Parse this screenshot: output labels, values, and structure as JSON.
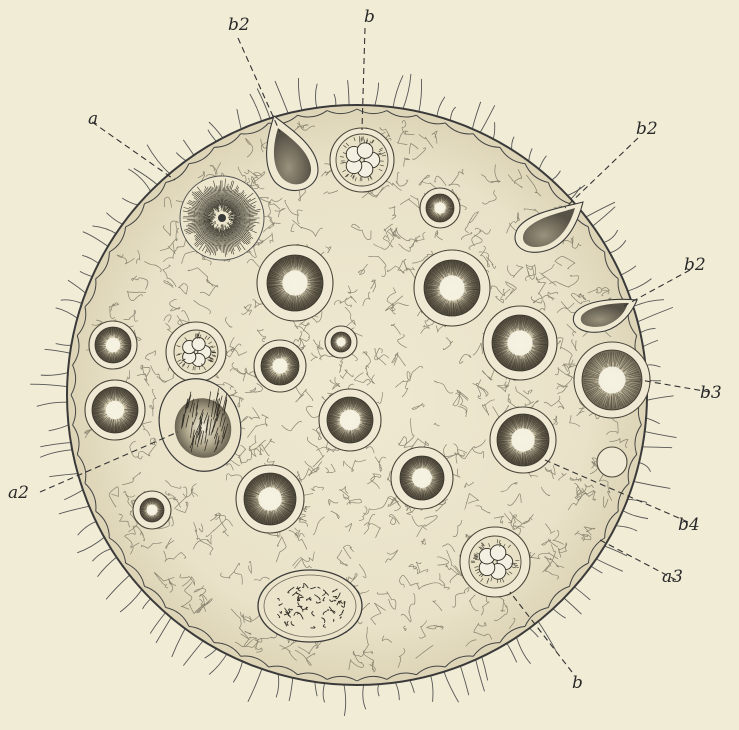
{
  "figure": {
    "background_color": "#f1ecd6",
    "ink_color": "#3a3a3a",
    "description_type": "scientific line drawing of a spherical cell with internal vesicles"
  },
  "labels": [
    {
      "id": "label-a",
      "text": "a"
    },
    {
      "id": "label-b-top",
      "text": "b"
    },
    {
      "id": "label-b2-top",
      "text": "b2"
    },
    {
      "id": "label-b2-right-upper",
      "text": "b2"
    },
    {
      "id": "label-b2-right-lower",
      "text": "b2"
    },
    {
      "id": "label-b3",
      "text": "b3"
    },
    {
      "id": "label-b4",
      "text": "b4"
    },
    {
      "id": "label-a2",
      "text": "a2"
    },
    {
      "id": "label-a3",
      "text": "a3"
    },
    {
      "id": "label-b-bottom",
      "text": "b"
    }
  ]
}
